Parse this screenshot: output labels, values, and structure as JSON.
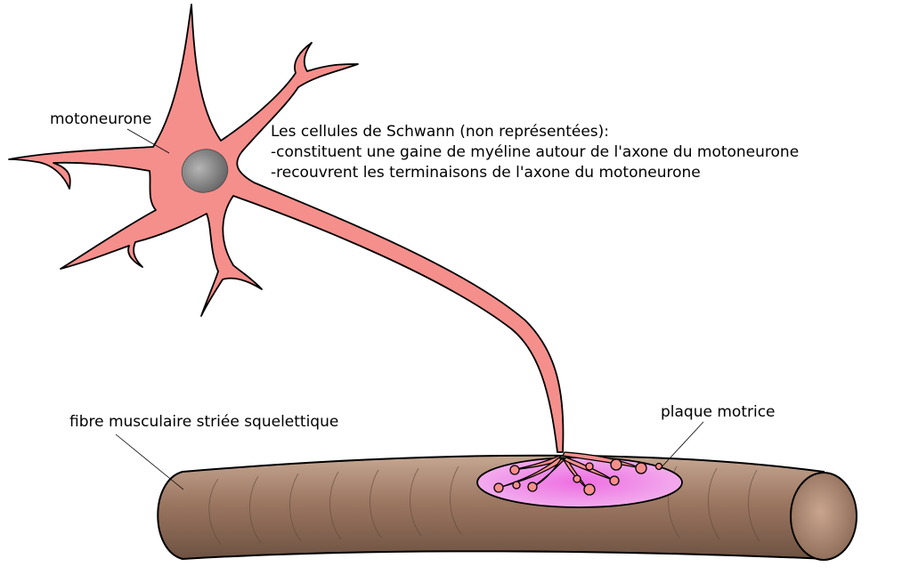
{
  "labels": {
    "neuron": "motoneurone",
    "schwann_title": "Les cellules de Schwann (non représentées):",
    "schwann_line1": "-constituent une gaine de myéline autour de l'axone du motoneurone",
    "schwann_line2": "-recouvrent les terminaisons de l'axone du motoneurone",
    "muscle": "fibre musculaire striée squelettique",
    "plate": "plaque motrice"
  },
  "colors": {
    "neuron_fill": "#f58f8c",
    "nucleus": "#8a8a8a",
    "muscle_fill": "#a07c68",
    "muscle_end": "#b48e78",
    "plate_fill": "#ee7fe4"
  }
}
